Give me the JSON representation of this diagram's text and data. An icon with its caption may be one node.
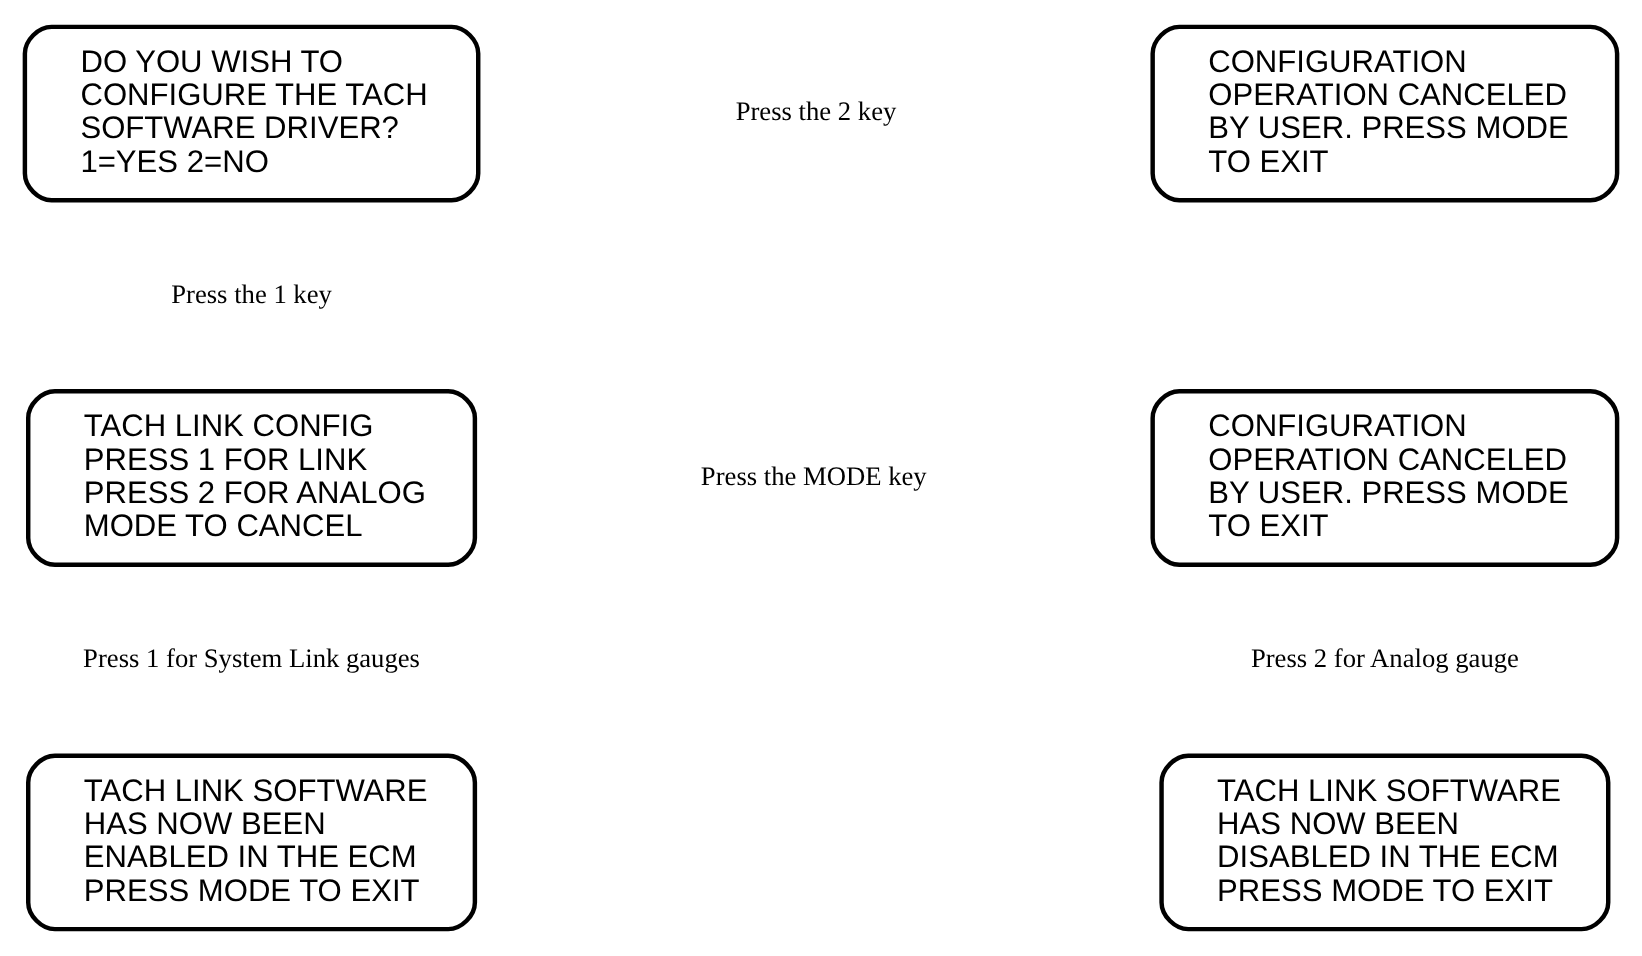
{
  "diagram": {
    "nodes": [
      {
        "text": [
          "DO YOU WISH TO CONFIGURE THE TACH SOFTWARE DRIVER? 1=YES 2=NO"
        ]
      },
      {
        "text": [
          "CONFIGURATION OPERATION CANCELED BY USER. PRESS MODE TO EXIT"
        ]
      },
      {
        "text": [
          "TACH LINK CONFIG PRESS 1 FOR LINK PRESS 2 FOR ANALOG MODE TO CANCEL"
        ]
      },
      {
        "text": [
          "CONFIGURATION OPERATION CANCELED BY USER. PRESS MODE TO EXIT"
        ]
      },
      {
        "text": [
          "TACH LINK SOFTWARE HAS NOW BEEN ENABLED IN THE ECM PRESS MODE TO EXIT"
        ]
      },
      {
        "text": [
          "TACH LINK SOFTWARE HAS NOW BEEN DISABLED IN THE ECM PRESS MODE TO EXIT"
        ]
      }
    ],
    "labels": [
      "Press the 2 key",
      "Press the 1 key",
      "Press the MODE key",
      "Press 1 for System Link gauges",
      "Press 2 for Analog gauge"
    ]
  }
}
